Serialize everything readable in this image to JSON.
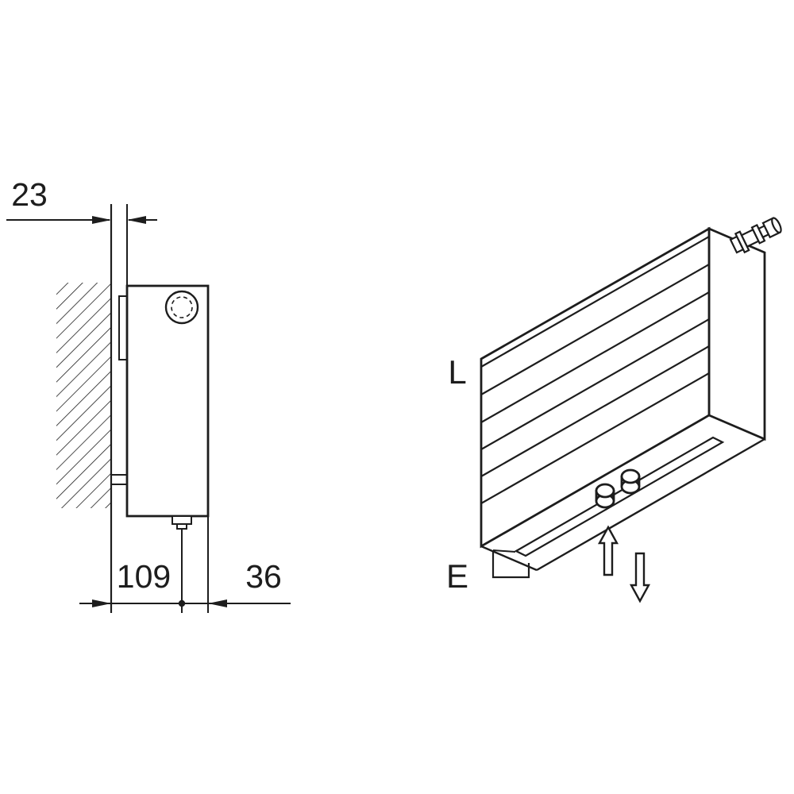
{
  "figure": {
    "type": "technical-installation-diagram",
    "colors": {
      "line": "#1d1d1d",
      "background": "#ffffff"
    },
    "side_view": {
      "dim_wall_clearance": "23",
      "dim_pipe_center_from_wall": "109",
      "dim_pipe_center_to_front": "36"
    },
    "iso_view": {
      "label_top": "L",
      "label_bottom": "E"
    }
  }
}
